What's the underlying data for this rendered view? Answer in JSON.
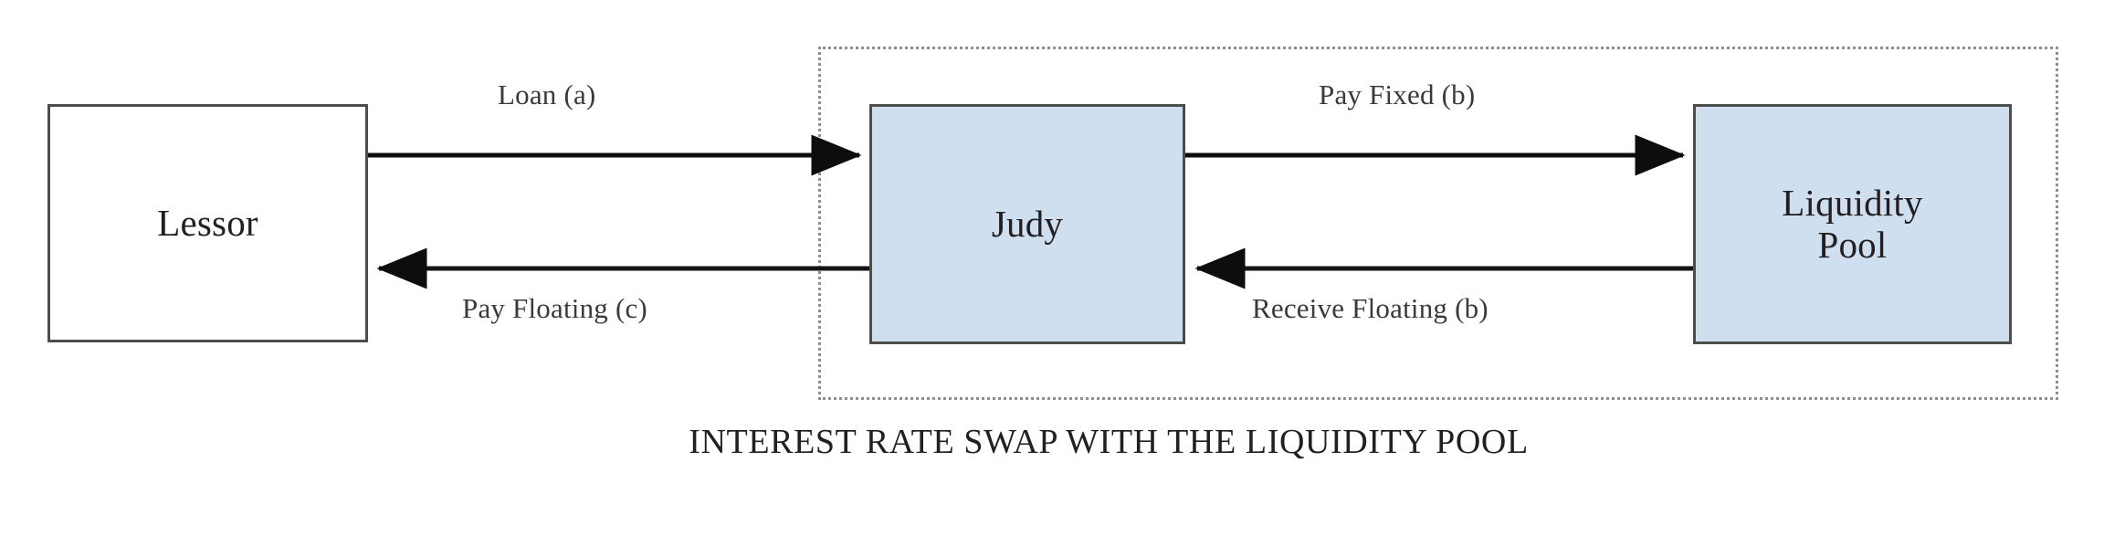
{
  "diagram": {
    "type": "flow-diagram",
    "caption": "INTEREST RATE SWAP WITH THE LIQUIDITY POOL",
    "background_color": "#ffffff",
    "nodes": [
      {
        "id": "lessor",
        "label": "Lessor",
        "fill": "#ffffff",
        "border_color": "#4d4d4d"
      },
      {
        "id": "judy",
        "label": "Judy",
        "fill": "#cfdff0",
        "border_color": "#4d4d4d"
      },
      {
        "id": "pool",
        "label": "Liquidity\nPool",
        "fill": "#cfdff0",
        "border_color": "#4d4d4d"
      }
    ],
    "edges": [
      {
        "id": "loan",
        "label": "Loan (a)",
        "from": "lessor",
        "to": "judy",
        "direction": "right"
      },
      {
        "id": "pay-floating",
        "label": "Pay Floating (c)",
        "from": "judy",
        "to": "lessor",
        "direction": "left"
      },
      {
        "id": "pay-fixed",
        "label": "Pay Fixed (b)",
        "from": "judy",
        "to": "pool",
        "direction": "right"
      },
      {
        "id": "receive-floating",
        "label": "Receive Floating (b)",
        "from": "pool",
        "to": "judy",
        "direction": "left"
      }
    ],
    "group_region": {
      "id": "swap-region",
      "border_style": "dotted",
      "border_color": "#8e8e8e",
      "contains": [
        "judy",
        "pool"
      ]
    }
  }
}
